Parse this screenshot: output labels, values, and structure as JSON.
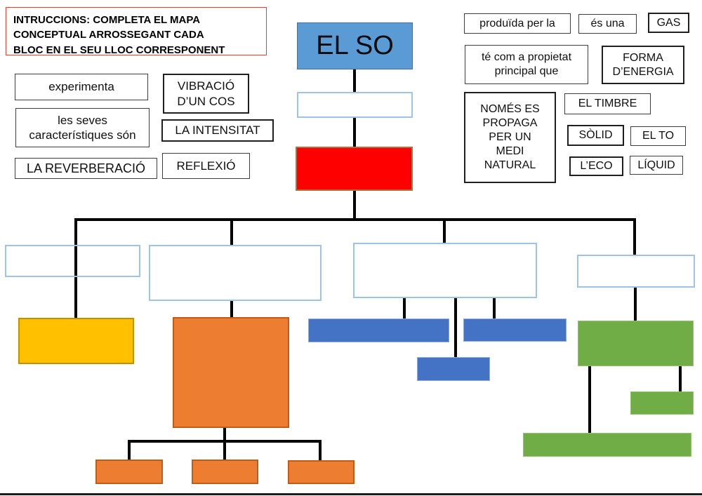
{
  "instructions": {
    "lines": [
      "INTRUCCIONS: COMPLETA EL MAPA",
      "CONCEPTUAL ARROSSEGANT CADA",
      "BLOC EN EL SEU LLOC CORRESPONENT"
    ]
  },
  "map": {
    "root_label": "EL SO"
  },
  "word_bank": {
    "left": [
      {
        "label": "experimenta"
      },
      {
        "label": "VIBRACIÓ D’UN COS"
      },
      {
        "label": "les seves característiques són"
      },
      {
        "label": "LA INTENSITAT"
      },
      {
        "label": "LA REVERBERACIÓ"
      },
      {
        "label": "REFLEXIÓ"
      }
    ],
    "right": [
      {
        "label": "produïda per la"
      },
      {
        "label": "és una"
      },
      {
        "label": "GAS"
      },
      {
        "label": "té com a propietat principal que"
      },
      {
        "label": "FORMA D’ENERGIA"
      },
      {
        "label": "NOMÉS ES PROPAGA PER UN MEDI NATURAL",
        "lines": [
          "NOMÉS ES",
          "PROPAGA",
          "PER UN",
          "MEDI",
          "NATURAL"
        ]
      },
      {
        "label": "EL TIMBRE"
      },
      {
        "label": "SÒLID"
      },
      {
        "label": "EL TO"
      },
      {
        "label": "L’ECO"
      },
      {
        "label": "LÍQUID"
      }
    ]
  },
  "colors": {
    "root_blue": "#5b9bd5",
    "red": "#fe0000",
    "yellow": "#ffc000",
    "orange": "#ed7d31",
    "blue": "#4472c4",
    "green": "#70ad47",
    "slot_border": "#9dc3e6",
    "instruction_border": "#e8402f",
    "connector": "#000000"
  }
}
